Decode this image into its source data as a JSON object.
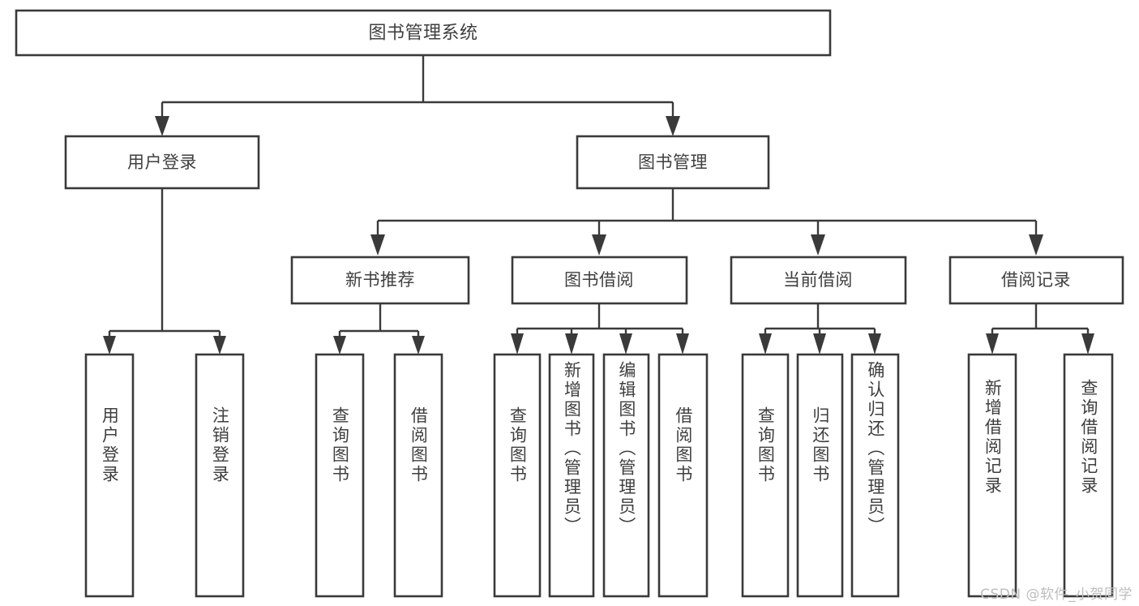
{
  "diagram": {
    "title": "图书管理系统",
    "type": "tree-hierarchy",
    "watermark": "CSDN @软件_小贺同学",
    "colors": {
      "background": "#ffffff",
      "box_stroke": "#3a3a3a",
      "box_fill": "#ffffff",
      "text": "#3f3f3f",
      "watermark_text": "#bdbdbd"
    },
    "root": {
      "label": "图书管理系统",
      "orientation": "horizontal"
    },
    "level2": [
      {
        "label": "用户登录",
        "orientation": "horizontal"
      },
      {
        "label": "图书管理",
        "orientation": "horizontal"
      }
    ],
    "level3": [
      {
        "label": "新书推荐",
        "orientation": "horizontal"
      },
      {
        "label": "图书借阅",
        "orientation": "horizontal"
      },
      {
        "label": "当前借阅",
        "orientation": "horizontal"
      },
      {
        "label": "借阅记录",
        "orientation": "horizontal"
      }
    ],
    "leaves": {
      "user_login": [
        {
          "label": "用户登录",
          "orientation": "vertical"
        },
        {
          "label": "注销登录",
          "orientation": "vertical"
        }
      ],
      "new_book_recommend": [
        {
          "label": "查询图书",
          "orientation": "vertical"
        },
        {
          "label": "借阅图书",
          "orientation": "vertical"
        }
      ],
      "book_borrow": [
        {
          "label": "查询图书",
          "orientation": "vertical"
        },
        {
          "label": "新增图书（管理员）",
          "orientation": "vertical"
        },
        {
          "label": "编辑图书（管理员）",
          "orientation": "vertical"
        },
        {
          "label": "借阅图书",
          "orientation": "vertical"
        }
      ],
      "current_borrow": [
        {
          "label": "查询图书",
          "orientation": "vertical"
        },
        {
          "label": "归还图书",
          "orientation": "vertical"
        },
        {
          "label": "确认归还（管理员）",
          "orientation": "vertical"
        }
      ],
      "borrow_record": [
        {
          "label": "新增借阅记录",
          "orientation": "vertical"
        },
        {
          "label": "查询借阅记录",
          "orientation": "vertical"
        }
      ]
    }
  }
}
